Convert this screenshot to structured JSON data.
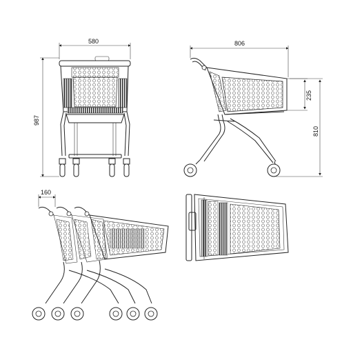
{
  "dimensions": {
    "front_width": "580",
    "front_height": "987",
    "side_length": "806",
    "side_basket_depth": "235",
    "side_handle_height": "810",
    "nesting_offset": "160"
  }
}
